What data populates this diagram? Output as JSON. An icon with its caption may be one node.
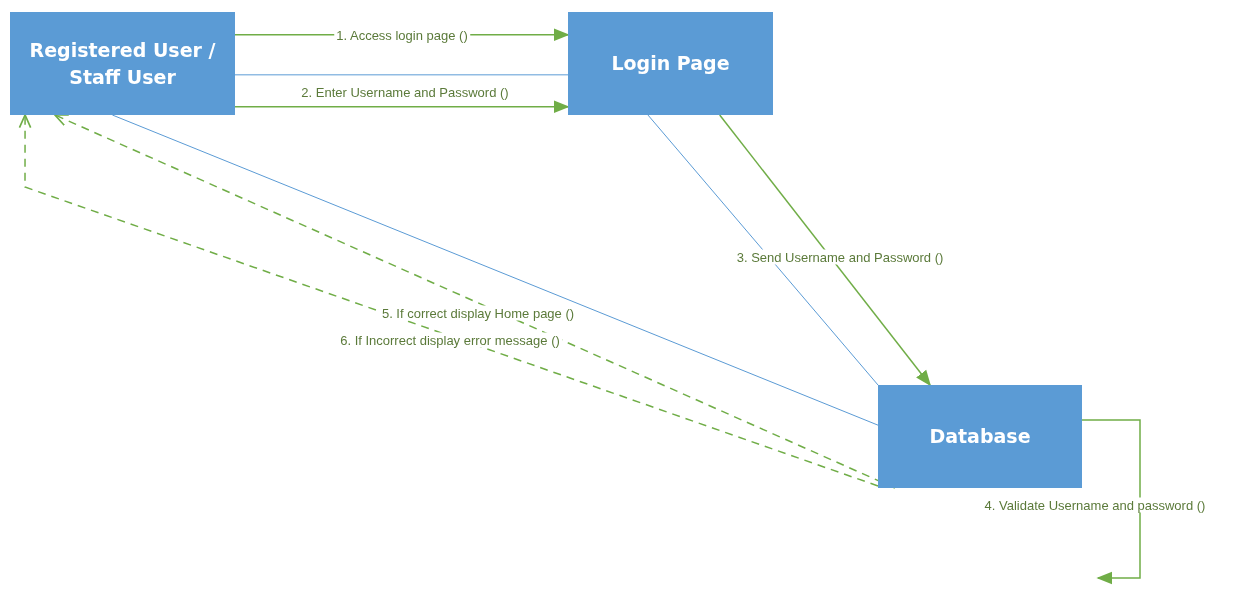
{
  "diagram": {
    "nodes": [
      {
        "text": [
          "Registered User / Staff User"
        ]
      },
      {
        "text": [
          "Login Page"
        ]
      },
      {
        "text": [
          "Database"
        ]
      }
    ],
    "edges": [
      {
        "from": 0,
        "to": 1,
        "arrow": "none",
        "color": "#5b9bd5"
      },
      {
        "from": 0,
        "to": 2,
        "arrow": "none",
        "color": "#5b9bd5"
      },
      {
        "from": 1,
        "to": 2,
        "arrow": "none",
        "color": "#5b9bd5"
      },
      {
        "from": 0,
        "to": 1,
        "arrow": "to",
        "label": "1. Access login page ()"
      },
      {
        "from": 0,
        "to": 1,
        "arrow": "to",
        "label": "2. Enter Username and Password ()"
      },
      {
        "from": 1,
        "to": 2,
        "arrow": "to",
        "label": "3. Send Username and Password ()"
      },
      {
        "from": 2,
        "to": null,
        "arrow": "to",
        "label": "4. Validate Username and password ()"
      },
      {
        "from": 2,
        "to": 0,
        "arrow": "to",
        "label": "5. If correct display Home page ()",
        "style": "dashed"
      },
      {
        "from": 2,
        "to": 0,
        "arrow": "to",
        "label": "6. If Incorrect display error message ()",
        "style": "dashed"
      }
    ]
  }
}
